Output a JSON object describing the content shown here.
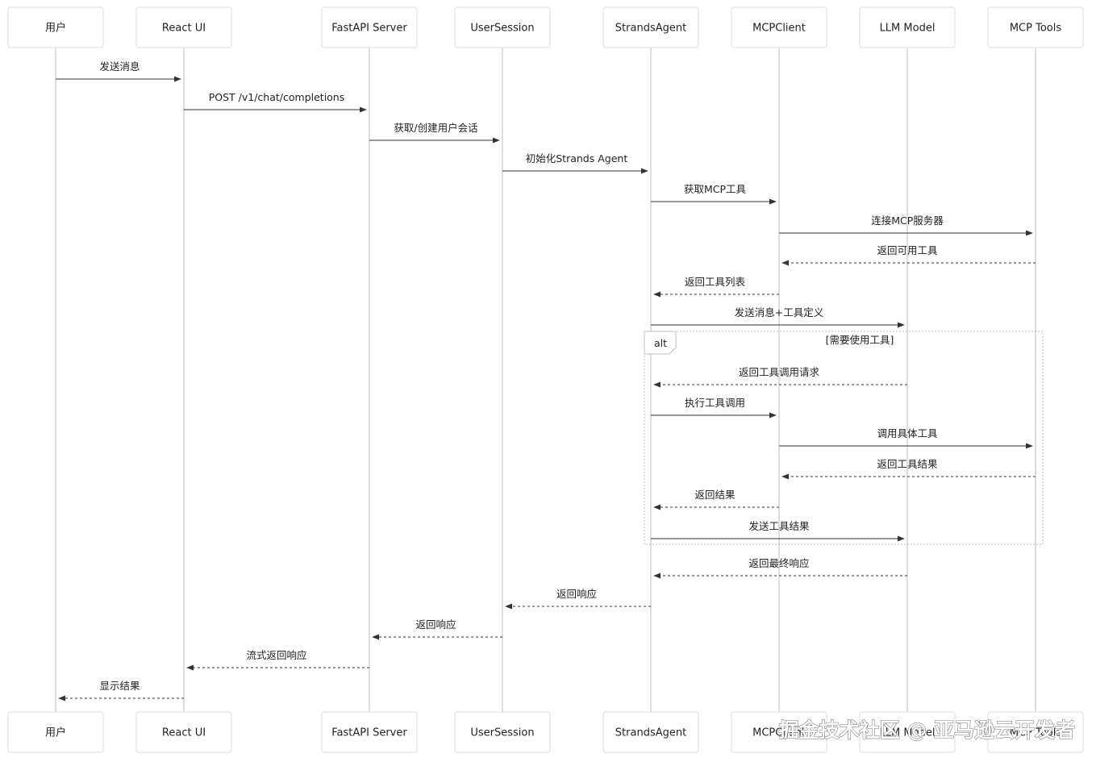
{
  "actors": [
    {
      "id": "user",
      "label": "用户"
    },
    {
      "id": "react",
      "label": "React UI"
    },
    {
      "id": "fastapi",
      "label": "FastAPI Server"
    },
    {
      "id": "session",
      "label": "UserSession"
    },
    {
      "id": "agent",
      "label": "StrandsAgent"
    },
    {
      "id": "mcpclient",
      "label": "MCPClient"
    },
    {
      "id": "llm",
      "label": "LLM Model"
    },
    {
      "id": "tools",
      "label": "MCP Tools"
    }
  ],
  "messages": [
    {
      "from": "user",
      "to": "react",
      "label": "发送消息",
      "style": "solid"
    },
    {
      "from": "react",
      "to": "fastapi",
      "label": "POST /v1/chat/completions",
      "style": "solid"
    },
    {
      "from": "fastapi",
      "to": "session",
      "label": "获取/创建用户会话",
      "style": "solid"
    },
    {
      "from": "session",
      "to": "agent",
      "label": "初始化Strands Agent",
      "style": "solid"
    },
    {
      "from": "agent",
      "to": "mcpclient",
      "label": "获取MCP工具",
      "style": "solid"
    },
    {
      "from": "mcpclient",
      "to": "tools",
      "label": "连接MCP服务器",
      "style": "solid"
    },
    {
      "from": "tools",
      "to": "mcpclient",
      "label": "返回可用工具",
      "style": "dashed"
    },
    {
      "from": "mcpclient",
      "to": "agent",
      "label": "返回工具列表",
      "style": "dashed"
    },
    {
      "from": "agent",
      "to": "llm",
      "label": "发送消息+工具定义",
      "style": "solid"
    },
    {
      "from": "llm",
      "to": "agent",
      "label": "返回工具调用请求",
      "style": "dashed"
    },
    {
      "from": "agent",
      "to": "mcpclient",
      "label": "执行工具调用",
      "style": "solid"
    },
    {
      "from": "mcpclient",
      "to": "tools",
      "label": "调用具体工具",
      "style": "solid"
    },
    {
      "from": "tools",
      "to": "mcpclient",
      "label": "返回工具结果",
      "style": "dashed"
    },
    {
      "from": "mcpclient",
      "to": "agent",
      "label": "返回结果",
      "style": "dashed"
    },
    {
      "from": "agent",
      "to": "llm",
      "label": "发送工具结果",
      "style": "solid"
    },
    {
      "from": "llm",
      "to": "agent",
      "label": "返回最终响应",
      "style": "dashed"
    },
    {
      "from": "agent",
      "to": "session",
      "label": "返回响应",
      "style": "dashed"
    },
    {
      "from": "session",
      "to": "fastapi",
      "label": "返回响应",
      "style": "dashed"
    },
    {
      "from": "fastapi",
      "to": "react",
      "label": "流式返回响应",
      "style": "dashed"
    },
    {
      "from": "react",
      "to": "user",
      "label": "显示结果",
      "style": "dashed"
    }
  ],
  "alt_block": {
    "keyword": "alt",
    "condition": "[需要使用工具]",
    "first_message": 9,
    "last_message": 14
  },
  "watermark": "掘金技术社区 @ 亚马逊云开发者",
  "colors": {
    "lifeline": "#c8c8cc",
    "arrow": "#333333",
    "box_border": "#dcdcdc"
  }
}
